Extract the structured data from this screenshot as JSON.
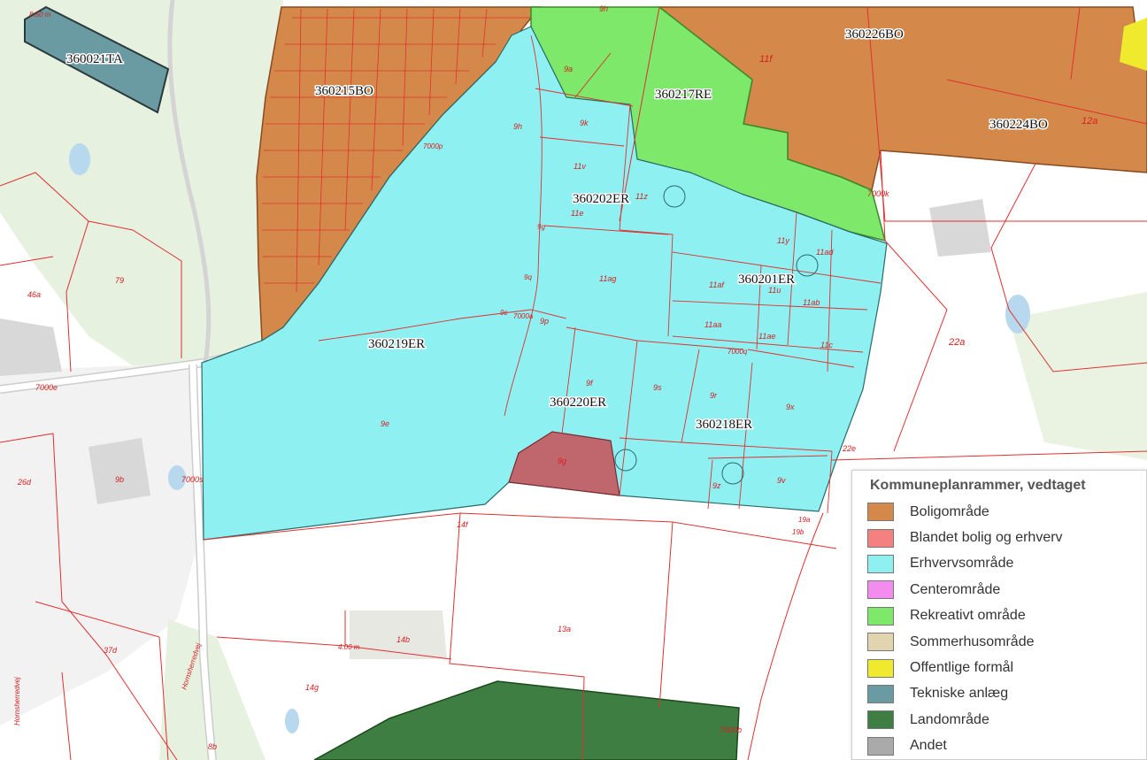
{
  "zones": {
    "z360021TA": "360021TA",
    "z360215BO": "360215BO",
    "z360226BO": "360226BO",
    "z360217RE": "360217RE",
    "z360224BO": "360224BO",
    "z360202ER": "360202ER",
    "z360201ER": "360201ER",
    "z360219ER": "360219ER",
    "z360220ER": "360220ER",
    "z360218ER": "360218ER"
  },
  "parcels": {
    "p11f": "11f",
    "p12a": "12a",
    "p7000k": "7000k",
    "p8_50m": "8.50 m",
    "p9h_top": "9h",
    "p9a_top": "9a",
    "p9k": "9k",
    "p9h_mid": "9h",
    "p11v": "11v",
    "p11e": "11e",
    "p11z": "11z",
    "p9g_v": "9g",
    "p11ag": "11ag",
    "p11y": "11y",
    "p11ad": "11ad",
    "p11af": "11af",
    "p11u": "11u",
    "p11ab": "11ab",
    "p11aa": "11aa",
    "p11ae": "11ae",
    "p11c": "11c",
    "p7000q": "7000q",
    "p9p": "9p",
    "p9f": "9f",
    "p9s": "9s",
    "p9r": "9r",
    "p9x": "9x",
    "p9q": "9q",
    "p9z": "9z",
    "p9v": "9v",
    "p9g_s": "9g",
    "p9e": "9e",
    "p9c": "9c",
    "p7000a": "7000a",
    "p7000p": "7000p",
    "p22a": "22a",
    "p22e": "22e",
    "p14f": "14f",
    "p19a": "19a",
    "p19b": "19b",
    "p46a": "46a",
    "p79": "79",
    "p7000e": "7000e",
    "p26d": "26d",
    "p9b": "9b",
    "p7000s": "7000s",
    "p13a": "13a",
    "p14b": "14b",
    "p4_00m": "4.00 m",
    "p37d": "37d",
    "p14g": "14g",
    "p8b": "8b",
    "p7000b": "7000b",
    "road_hornsherred": "Hornsherredvej",
    "road_left": "Hornsherredvej"
  },
  "legend": {
    "title": "Kommuneplanrammer, vedtaget",
    "items": [
      {
        "label": "Boligområde",
        "color": "#d4894a"
      },
      {
        "label": "Blandet bolig og erhverv",
        "color": "#f48080"
      },
      {
        "label": "Erhvervsområde",
        "color": "#8ff0f2"
      },
      {
        "label": "Centerområde",
        "color": "#f48cf0"
      },
      {
        "label": "Rekreativt område",
        "color": "#7de86a"
      },
      {
        "label": "Sommerhusområde",
        "color": "#e2d4ae"
      },
      {
        "label": "Offentlige formål",
        "color": "#f0ea2e"
      },
      {
        "label": "Tekniske anlæg",
        "color": "#6a9aa2"
      },
      {
        "label": "Landområde",
        "color": "#3e7e42"
      },
      {
        "label": "Andet",
        "color": "#aaaaaa"
      }
    ]
  },
  "colors": {
    "boligomrade": "#d4894a",
    "erhverv": "#8ff0f2",
    "rekreativt": "#7de86a",
    "tekniske": "#6a9aa2",
    "landomrade": "#3e7e42",
    "blandet": "#c0676e",
    "parcel_line": "#e03030",
    "background_green": "#e7f1df"
  }
}
